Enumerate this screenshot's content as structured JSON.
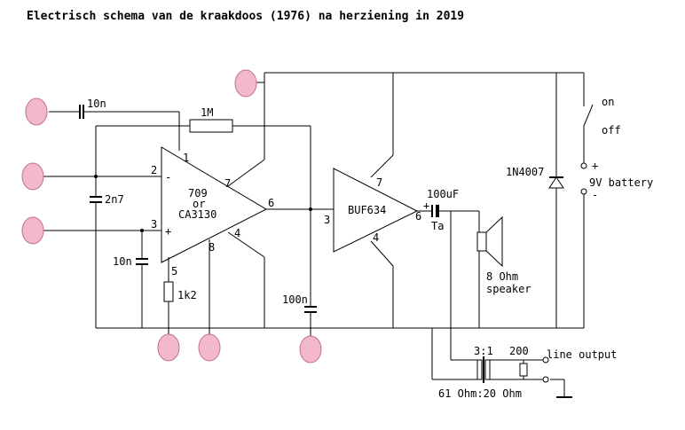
{
  "title": "Electrisch schema van de kraakdoos (1976) na herziening in 2019",
  "labels": {
    "cap_10n_top": "10n",
    "res_1M": "1M",
    "cap_2n7": "2n7",
    "cap_10n_left": "10n",
    "res_1k2": "1k2",
    "cap_100n": "100n",
    "cap_100uF": "100uF",
    "cap_type": "Ta",
    "speaker": "8 Ohm",
    "speaker2": "speaker",
    "diode": "1N4007",
    "switch_on": "on",
    "switch_off": "off",
    "battery": "9V battery",
    "plus": "+",
    "minus": "-",
    "transformer_ratio": "3:1",
    "res_200": "200",
    "line_output": "line output",
    "transformer_imp": "61 Ohm:20 Ohm"
  },
  "opamp": {
    "line1": "709",
    "line2": "or",
    "line3": "CA3130",
    "pin1": "1",
    "pin2": "2",
    "pin3": "3",
    "pin4": "4",
    "pin5": "5",
    "pin6": "6",
    "pin7": "7",
    "pin8": "8",
    "minus": "-",
    "plus": "+"
  },
  "buffer": {
    "name": "BUF634",
    "pin3": "3",
    "pin4": "4",
    "pin6": "6",
    "pin7": "7",
    "plus": "+"
  },
  "colors": {
    "pad_fill": "#f4b8cc",
    "pad_stroke": "#c07090",
    "wire": "#000000"
  }
}
